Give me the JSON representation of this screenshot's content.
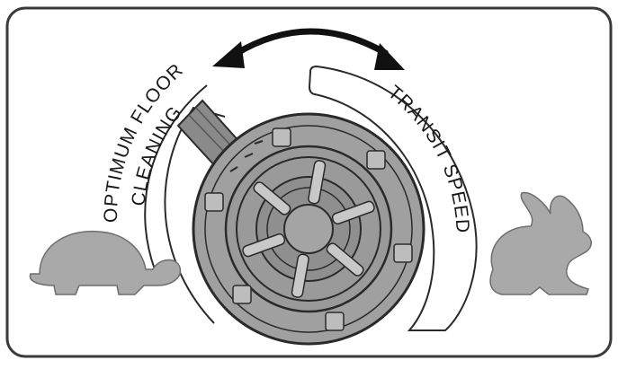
{
  "labels": {
    "optimum_line1": "OPTIMUM FLOOR",
    "optimum_line2": "CLEANING",
    "transit": "TRANSIT SPEED"
  },
  "icons": {
    "slow": "tortoise-icon",
    "fast": "rabbit-icon",
    "adjust": "double-headed-curved-arrow-icon",
    "knob": "speed-dial-knob-icon"
  },
  "colors": {
    "frame": "#3a3a3a",
    "knob_gray": "#a0a0a0",
    "knob_dark": "#7a7a7a",
    "animal_gray": "#a9a9a9",
    "arrow": "#111111"
  }
}
